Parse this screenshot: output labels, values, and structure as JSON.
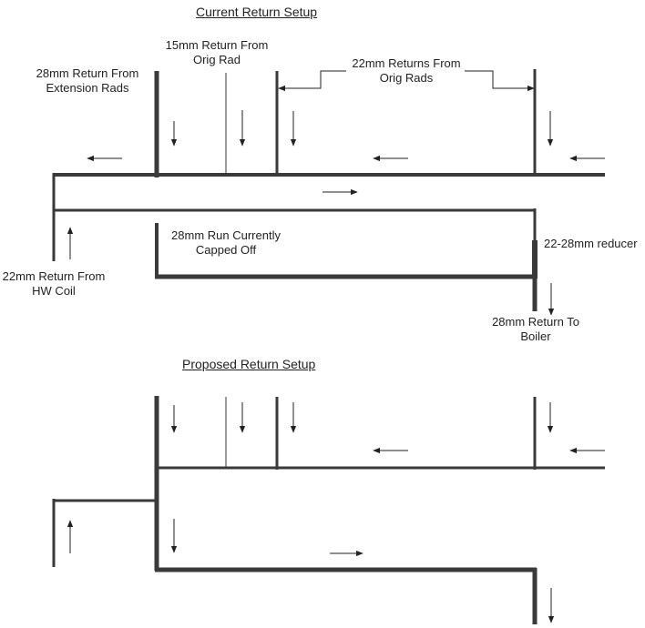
{
  "current": {
    "title": "Current Return Setup",
    "label_28mm_extension": "28mm Return From\nExtension Rads",
    "label_15mm_orig": "15mm Return From\nOrig Rad",
    "label_22mm_orig_rads": "22mm Returns From\nOrig Rads",
    "label_22mm_hw_coil": "22mm Return From\nHW Coil",
    "label_28mm_capped": "28mm Run Currently\nCapped Off",
    "label_reducer": "22-28mm reducer",
    "label_28mm_boiler": "28mm Return To\nBoiler"
  },
  "proposed": {
    "title": "Proposed Return Setup"
  },
  "colors": {
    "pipe": "#3a3a3a",
    "text": "#222222"
  }
}
